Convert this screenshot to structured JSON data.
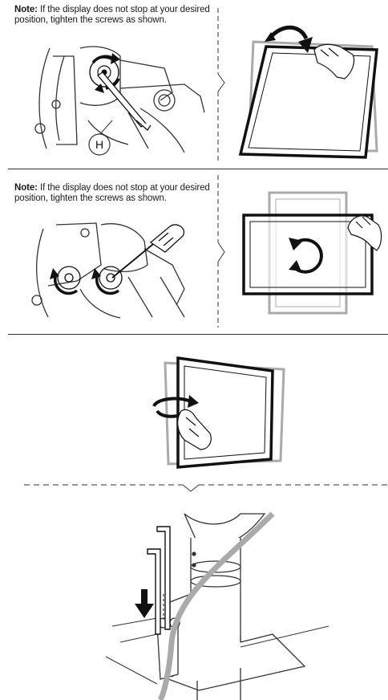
{
  "section1": {
    "note_label": "Note:",
    "note_text": "If the display does not stop at your desired position, tighten the screws as shown.",
    "tool_label": "H"
  },
  "section2": {
    "note_label": "Note:",
    "note_text": "If the display does not stop at your desired position, tighten the screws as shown."
  },
  "icons": [
    "hex-key-icon",
    "screwdriver-icon",
    "tilt-arrow-icon",
    "rotate-arrow-icon",
    "swivel-arrow-icon",
    "down-arrow-icon"
  ]
}
